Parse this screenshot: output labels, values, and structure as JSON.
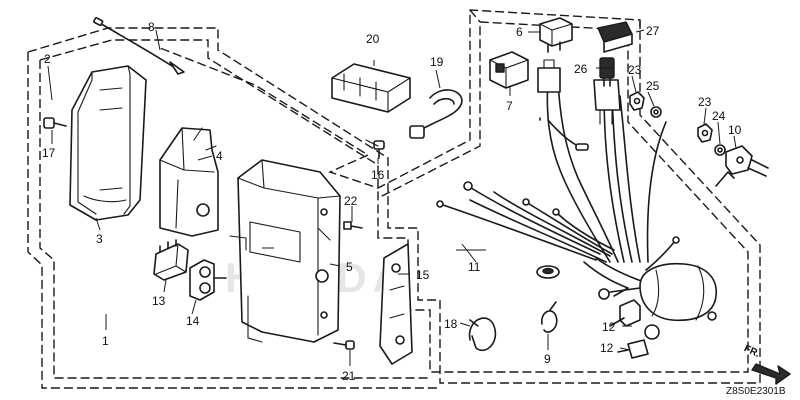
{
  "watermark": "HONDA",
  "diagram_code": "Z8S0E2301B",
  "front_label": "FR.",
  "callouts": {
    "c1": "1",
    "c2": "2",
    "c3": "3",
    "c4": "4",
    "c5": "5",
    "c6": "6",
    "c7": "7",
    "c8": "8",
    "c9": "9",
    "c10": "10",
    "c11": "11",
    "c12a": "12",
    "c12b": "12",
    "c13": "13",
    "c14": "14",
    "c15": "15",
    "c16": "16",
    "c17": "17",
    "c18": "18",
    "c19": "19",
    "c20": "20",
    "c21": "21",
    "c22": "22",
    "c23a": "23",
    "c23b": "23",
    "c24": "24",
    "c25": "25",
    "c26": "26",
    "c27": "27"
  }
}
